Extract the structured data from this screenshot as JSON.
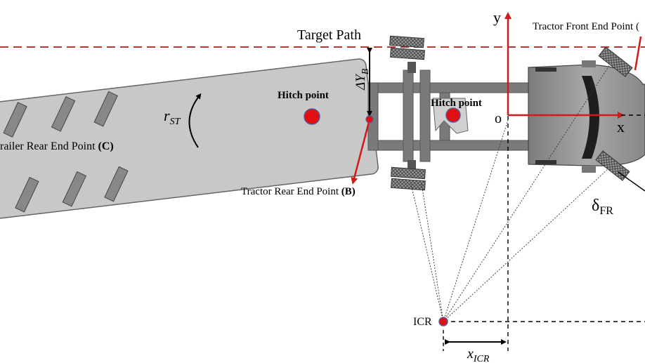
{
  "labels": {
    "target_path": "Target Path",
    "tractor_front": "Tractor Front End Point (",
    "y_axis": "y",
    "x_axis": "x",
    "origin": "o",
    "delta_y_sym": "ΔY",
    "delta_y_sub": "B",
    "hitch_trailer": "Hitch point",
    "hitch_tractor": "Hitch point",
    "r_sym": "r",
    "r_sub": "ST",
    "trailer_rear": "railer Rear End Point ",
    "trailer_rear_bold": "(C)",
    "tractor_rear": "Tractor Rear End Point ",
    "tractor_rear_bold": "(B)",
    "delta_fr_sym": "δ",
    "delta_fr_sub": "FR",
    "icr": "ICR",
    "x_icr_sym": "x",
    "x_icr_sub": "ICR"
  },
  "colors": {
    "target_path": "#b03a3a",
    "axis_red": "#d11a1a",
    "hitch_dot": "#e01010",
    "hitch_ring": "#5a5a9a",
    "trailer_fill": "#c8c8c8",
    "frame_fill": "#7a7a7a",
    "tire_fill": "#8a8a8a",
    "cab_fill": "#909090"
  }
}
